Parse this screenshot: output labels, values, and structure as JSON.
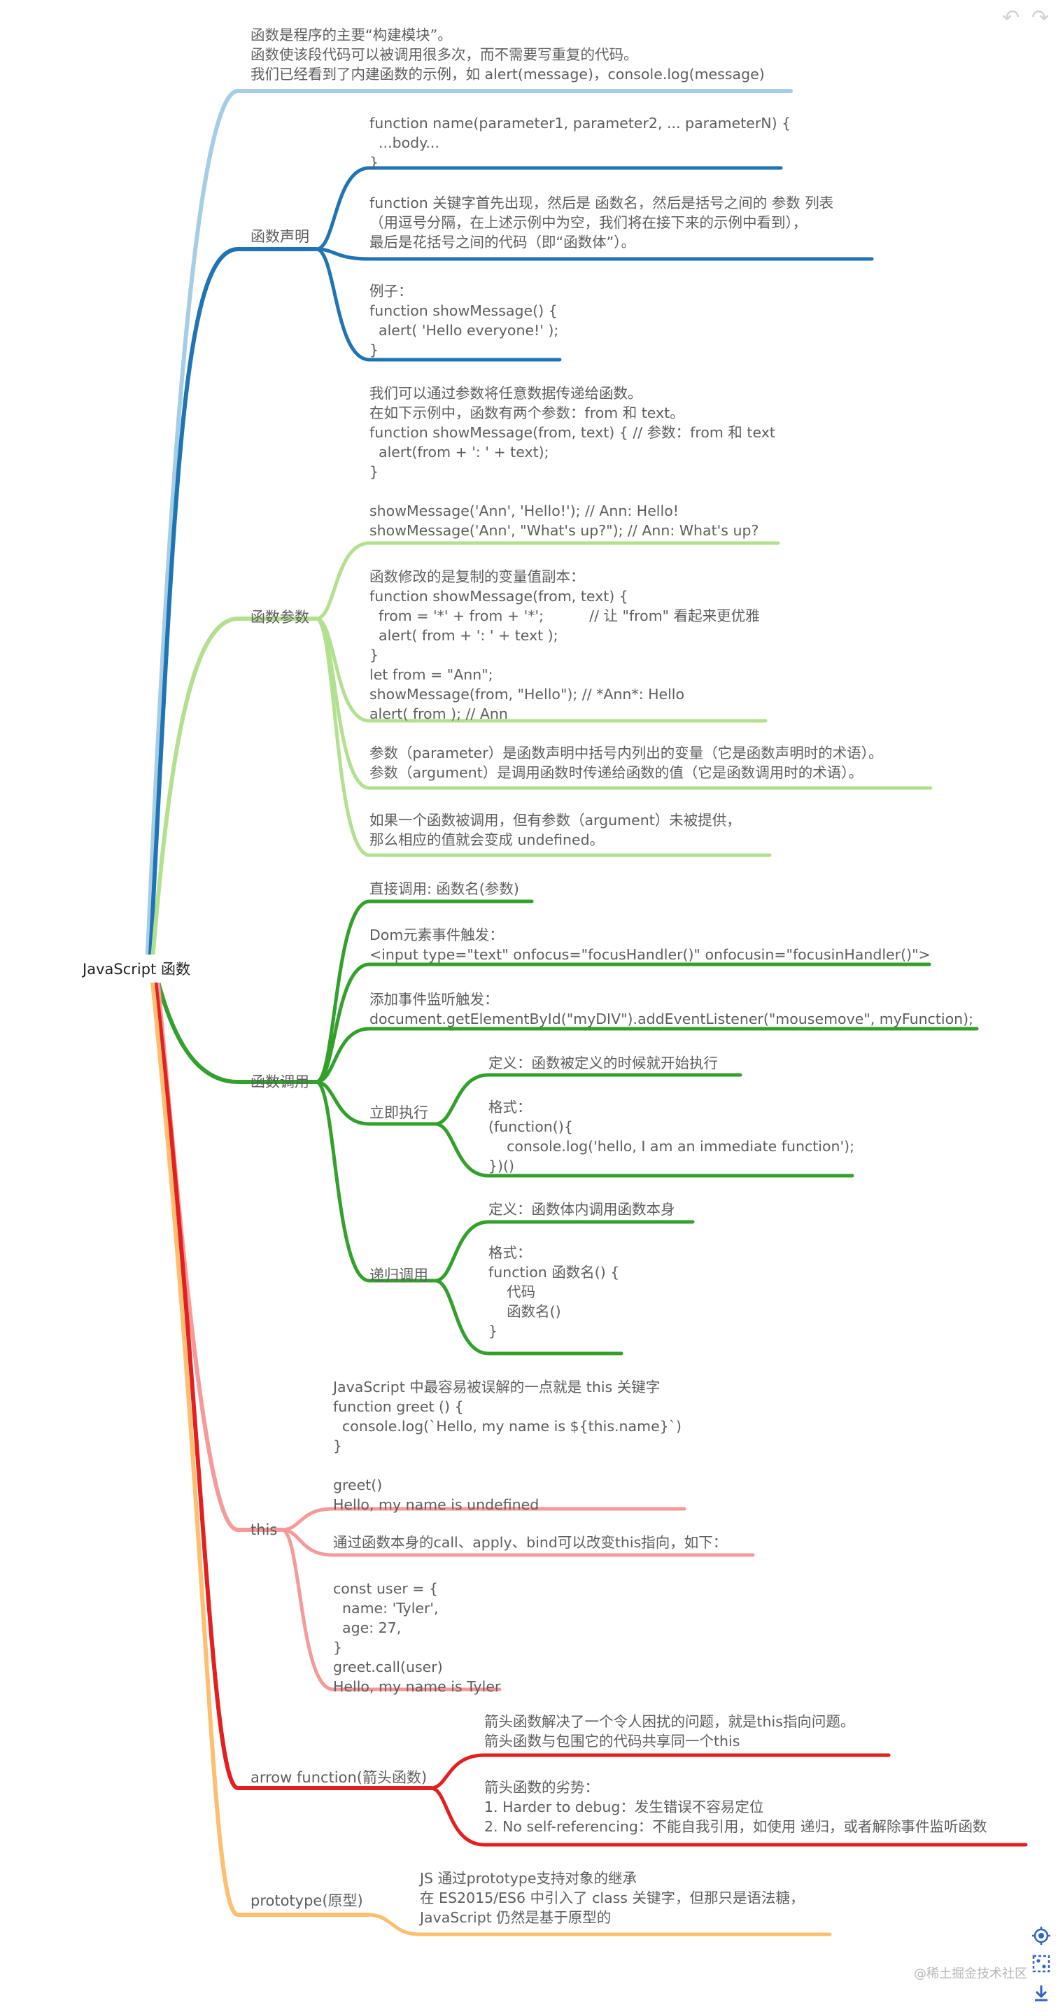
{
  "root": {
    "label": "JavaScript 函数"
  },
  "colors": {
    "intro": "#a6cde6",
    "declaration": "#1f74b4",
    "params": "#b3e08f",
    "invocation": "#33a02c",
    "this": "#f59a98",
    "arrow": "#e31f1f",
    "prototype": "#fdbf6f"
  },
  "intro": {
    "text": "函数是程序的主要“构建模块”。\n函数使该段代码可以被调用很多次，而不需要写重复的代码。\n我们已经看到了内建函数的示例，如 alert(message)，console.log(message)"
  },
  "branches": [
    {
      "key": "declaration",
      "label": "函数声明",
      "notes": [
        "function name(parameter1, parameter2, ... parameterN) {\n  ...body...\n}",
        "function 关键字首先出现，然后是 函数名，然后是括号之间的 参数 列表\n（用逗号分隔，在上述示例中为空，我们将在接下来的示例中看到），\n最后是花括号之间的代码（即“函数体”）。",
        "例子：\nfunction showMessage() {\n  alert( 'Hello everyone!' );\n}"
      ]
    },
    {
      "key": "params",
      "label": "函数参数",
      "notes": [
        "我们可以通过参数将任意数据传递给函数。\n在如下示例中，函数有两个参数：from 和 text。\nfunction showMessage(from, text) { // 参数：from 和 text\n  alert(from + ': ' + text);\n}\n\nshowMessage('Ann', 'Hello!'); // Ann: Hello!\nshowMessage('Ann', \"What's up?\"); // Ann: What's up?",
        "函数修改的是复制的变量值副本：\nfunction showMessage(from, text) {\n  from = '*' + from + '*';          // 让 \"from\" 看起来更优雅\n  alert( from + ': ' + text );\n}\nlet from = \"Ann\";\nshowMessage(from, \"Hello\"); // *Ann*: Hello\nalert( from ); // Ann",
        "参数（parameter）是函数声明中括号内列出的变量（它是函数声明时的术语）。\n参数（argument）是调用函数时传递给函数的值（它是函数调用时的术语）。",
        "如果一个函数被调用，但有参数（argument）未被提供，\n那么相应的值就会变成 undefined。"
      ]
    },
    {
      "key": "invocation",
      "label": "函数调用",
      "notes": [
        "直接调用: 函数名(参数)",
        "Dom元素事件触发：\n<input type=\"text\" onfocus=\"focusHandler()\" onfocusin=\"focusinHandler()\">",
        "添加事件监听触发：\ndocument.getElementById(\"myDIV\").addEventListener(\"mousemove\", myFunction);"
      ],
      "subs": [
        {
          "label": "立即执行",
          "notes": [
            "定义：函数被定义的时候就开始执行",
            "格式：\n(function(){\n    console.log('hello, I am an immediate function');\n})()"
          ]
        },
        {
          "label": "递归调用",
          "notes": [
            "定义：函数体内调用函数本身",
            "格式：\nfunction 函数名() {\n    代码\n    函数名()\n}"
          ]
        }
      ]
    },
    {
      "key": "this",
      "label": "this",
      "notes": [
        "JavaScript 中最容易被误解的一点就是 this 关键字\nfunction greet () {\n  console.log(`Hello, my name is ${this.name}`)\n}\n\ngreet()\nHello, my name is undefined",
        "通过函数本身的call、apply、bind可以改变this指向，如下：",
        "const user = {\n  name: 'Tyler',\n  age: 27,\n}\ngreet.call(user)\nHello, my name is Tyler"
      ]
    },
    {
      "key": "arrow",
      "label": "arrow function(箭头函数)",
      "notes": [
        "箭头函数解决了一个令人困扰的问题，就是this指向问题。\n箭头函数与包围它的代码共享同一个this",
        "箭头函数的劣势：\n1. Harder to debug：发生错误不容易定位\n2. No self-referencing：不能自我引用，如使用 递归，或者解除事件监听函数"
      ]
    },
    {
      "key": "prototype",
      "label": "prototype(原型)",
      "notes": [
        "JS 通过prototype支持对象的继承\n在 ES2015/ES6 中引入了 class 关键字，但那只是语法糖，\nJavaScript 仍然是基于原型的"
      ]
    }
  ],
  "watermark": "@稀土掘金技术社区",
  "toolbar": {
    "undo_icon": "undo-icon",
    "redo_icon": "redo-icon"
  },
  "side_tools": [
    "locate-icon",
    "layout-icon",
    "download-icon"
  ]
}
